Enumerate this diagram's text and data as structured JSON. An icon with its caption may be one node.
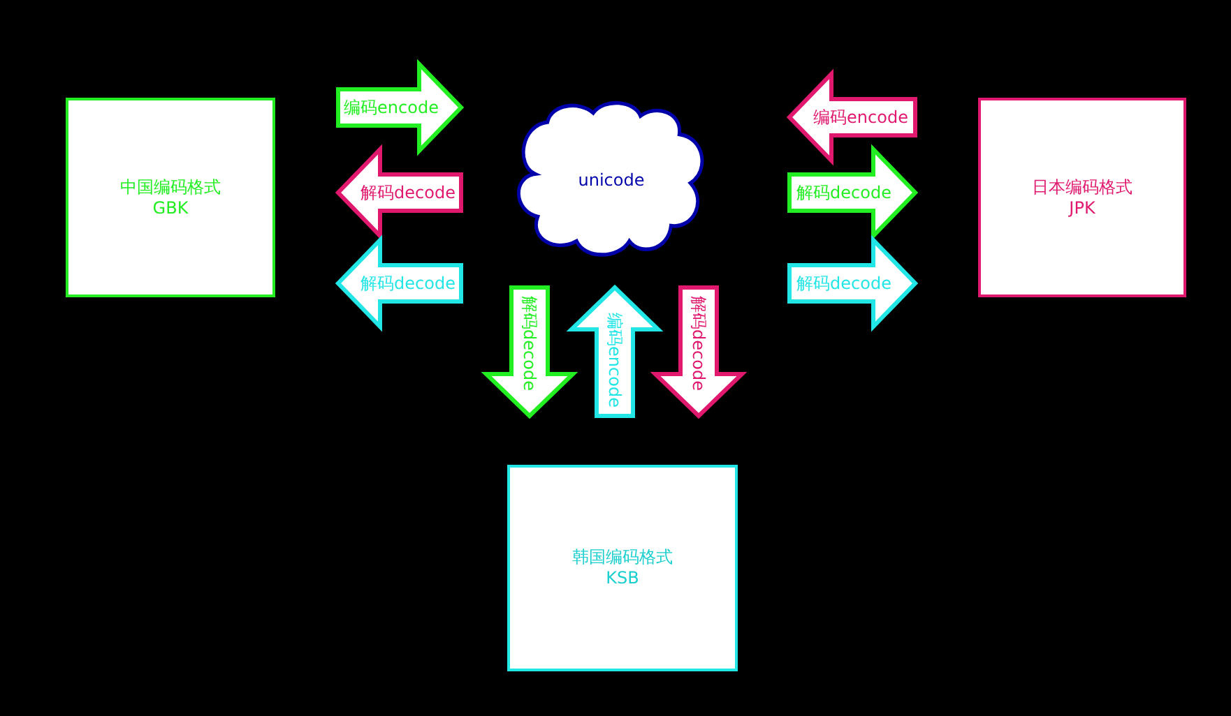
{
  "diagram": {
    "nodes": [
      {
        "text": [
          "中国编码格式",
          "GBK"
        ]
      },
      {
        "text": [
          "unicode"
        ]
      },
      {
        "text": [
          "日本编码格式",
          "JPK"
        ]
      },
      {
        "text": [
          "韩国编码格式",
          "KSB"
        ]
      }
    ],
    "edges": [
      {
        "from": 0,
        "to": 1,
        "arrow": "to",
        "label": "编码encode",
        "color": "#22ee22"
      },
      {
        "from": 1,
        "to": 0,
        "arrow": "to",
        "label": "解码decode",
        "color": "#e0186e"
      },
      {
        "from": 1,
        "to": 0,
        "arrow": "to",
        "label": "解码decode",
        "color": "#22e5e5"
      },
      {
        "from": 2,
        "to": 1,
        "arrow": "to",
        "label": "编码encode",
        "color": "#e0186e"
      },
      {
        "from": 1,
        "to": 2,
        "arrow": "to",
        "label": "解码decode",
        "color": "#22ee22"
      },
      {
        "from": 1,
        "to": 2,
        "arrow": "to",
        "label": "解码decode",
        "color": "#22e5e5"
      },
      {
        "from": 1,
        "to": 3,
        "arrow": "to",
        "label": "解码decode",
        "color": "#22ee22"
      },
      {
        "from": 3,
        "to": 1,
        "arrow": "to",
        "label": "编码encode",
        "color": "#22e5e5"
      },
      {
        "from": 1,
        "to": 3,
        "arrow": "to",
        "label": "解码decode",
        "color": "#e0186e"
      }
    ]
  }
}
